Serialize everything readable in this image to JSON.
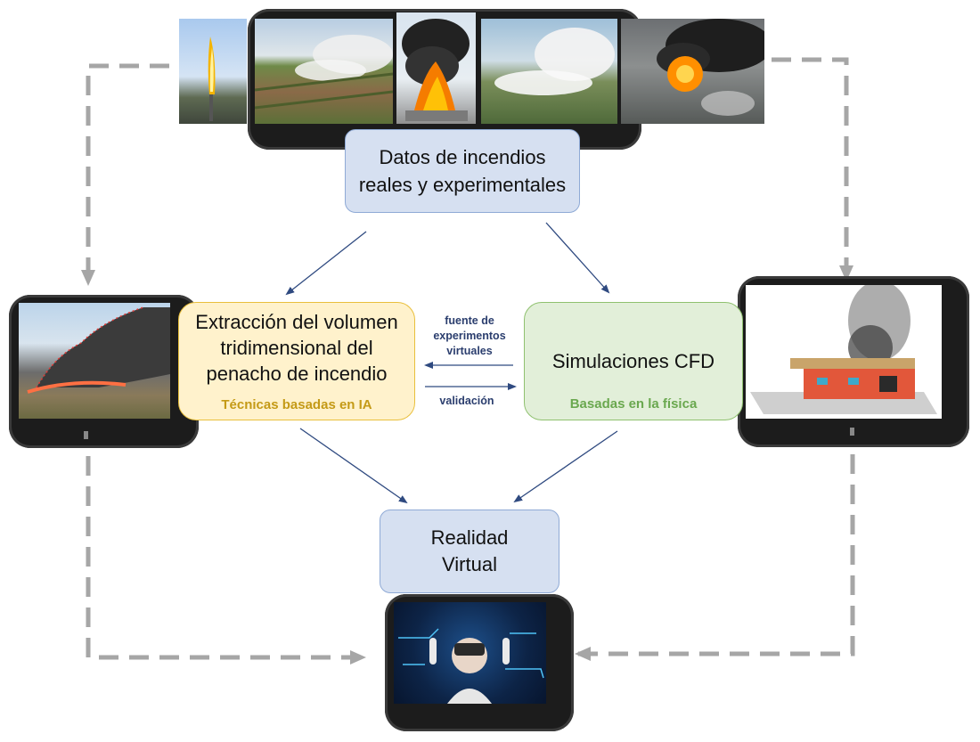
{
  "nodes": {
    "datos": {
      "line1": "Datos de incendios",
      "line2": "reales y experimentales"
    },
    "extraccion": {
      "line1": "Extracción del volumen",
      "line2": "tridimensional del",
      "line3": "penacho de incendio",
      "sub": "Técnicas basadas en IA"
    },
    "cfd": {
      "title": "Simulaciones CFD",
      "sub": "Basadas en la física"
    },
    "rv": {
      "line1": "Realidad",
      "line2": "Virtual"
    }
  },
  "edges": {
    "fuente": {
      "line1": "fuente de",
      "line2": "experimentos",
      "line3": "virtuales"
    },
    "validacion": "validación"
  },
  "colors": {
    "blue_box": "#d6e0f1",
    "yellow_box": "#fff2cc",
    "green_box": "#e2efd9",
    "arrow": "#2f4a80",
    "dashed": "#a6a6a6",
    "ia_text": "#c49a16",
    "fisica_text": "#6aa84f"
  }
}
